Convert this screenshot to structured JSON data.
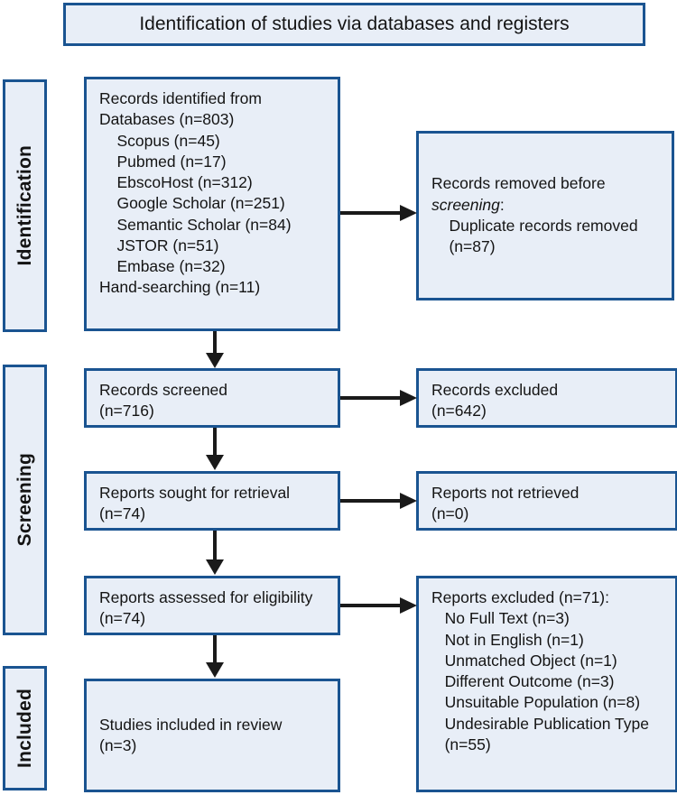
{
  "title": {
    "text": "Identification of studies via databases and registers"
  },
  "stages": [
    {
      "id": "identification",
      "label": "Identification"
    },
    {
      "id": "screening",
      "label": "Screening"
    },
    {
      "id": "included",
      "label": "Included"
    }
  ],
  "boxes": {
    "records_identified": {
      "name": "records-identified-box",
      "lines": [
        "Records identified from",
        "Databases (n=803)",
        "    Scopus (n=45)",
        "    Pubmed (n=17)",
        "    EbscoHost (n=312)",
        "    Google Scholar (n=251)",
        "    Semantic Scholar (n=84)",
        "    JSTOR (n=51)",
        "    Embase (n=32)",
        "Hand-searching (n=11)"
      ]
    },
    "records_removed": {
      "name": "records-removed-box",
      "line1": "Records removed before",
      "line2_italic": "screening",
      "line2_rest": ":",
      "line3": "    Duplicate records removed",
      "line4": "    (n=87)"
    },
    "records_screened": {
      "name": "records-screened-box",
      "lines": [
        "Records screened",
        "(n=716)"
      ]
    },
    "records_excluded": {
      "name": "records-excluded-box",
      "lines": [
        "Records excluded",
        "(n=642)"
      ]
    },
    "reports_sought": {
      "name": "reports-sought-box",
      "lines": [
        "Reports sought for retrieval",
        "(n=74)"
      ]
    },
    "reports_not_retrieved": {
      "name": "reports-not-retrieved-box",
      "lines": [
        "Reports not retrieved",
        "(n=0)"
      ]
    },
    "reports_assessed": {
      "name": "reports-assessed-box",
      "lines": [
        "Reports assessed for eligibility",
        "(n=74)"
      ]
    },
    "reports_excluded": {
      "name": "reports-excluded-box",
      "lines": [
        "Reports excluded (n=71):",
        "   No Full Text (n=3)",
        "   Not in English (n=1)",
        "   Unmatched Object (n=1)",
        "   Different Outcome (n=3)",
        "   Unsuitable Population (n=8)",
        "   Undesirable Publication Type",
        "   (n=55)"
      ]
    },
    "studies_included": {
      "name": "studies-included-box",
      "lines": [
        "Studies included in review",
        "(n=3)"
      ]
    }
  },
  "colors": {
    "box_fill": "#e8eef7",
    "box_border": "#1a5491",
    "arrow": "#1a1a1a",
    "text": "#141414"
  }
}
